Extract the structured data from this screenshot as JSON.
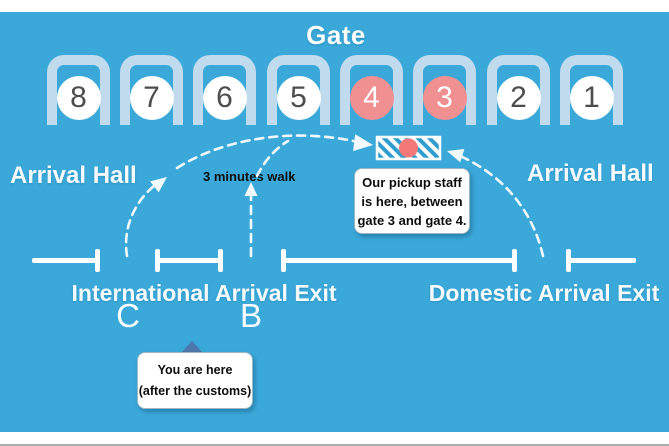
{
  "title": {
    "gate": "Gate"
  },
  "gates": {
    "items": [
      {
        "number": "8",
        "highlighted": false
      },
      {
        "number": "7",
        "highlighted": false
      },
      {
        "number": "6",
        "highlighted": false
      },
      {
        "number": "5",
        "highlighted": false
      },
      {
        "number": "4",
        "highlighted": true
      },
      {
        "number": "3",
        "highlighted": true
      },
      {
        "number": "2",
        "highlighted": false
      },
      {
        "number": "1",
        "highlighted": false
      }
    ]
  },
  "labels": {
    "arrival_hall_left": "Arrival Hall",
    "arrival_hall_right": "Arrival Hall",
    "walk_note": "3 minutes walk",
    "international_exit": "International Arrival Exit",
    "domestic_exit": "Domestic Arrival Exit",
    "exit_c": "C",
    "exit_b": "B"
  },
  "callouts": {
    "pickup": {
      "line1": "Our pickup staff",
      "line2": "is here, between",
      "line3": "gate 3 and gate 4."
    },
    "you_are_here": {
      "line1": "You are here",
      "line2": "(after the customs)"
    }
  },
  "colors": {
    "background_blue": "#3aa9da",
    "arch_pale_blue": "#c0daee",
    "gate_highlight_pink": "#f09090",
    "marker_dot_pink": "#f37878",
    "pointer_dark_blue": "#4d78ad",
    "wall_white": "#fdfeff",
    "text_white": "#f6fbfe",
    "text_black": "#0d0d0d"
  }
}
